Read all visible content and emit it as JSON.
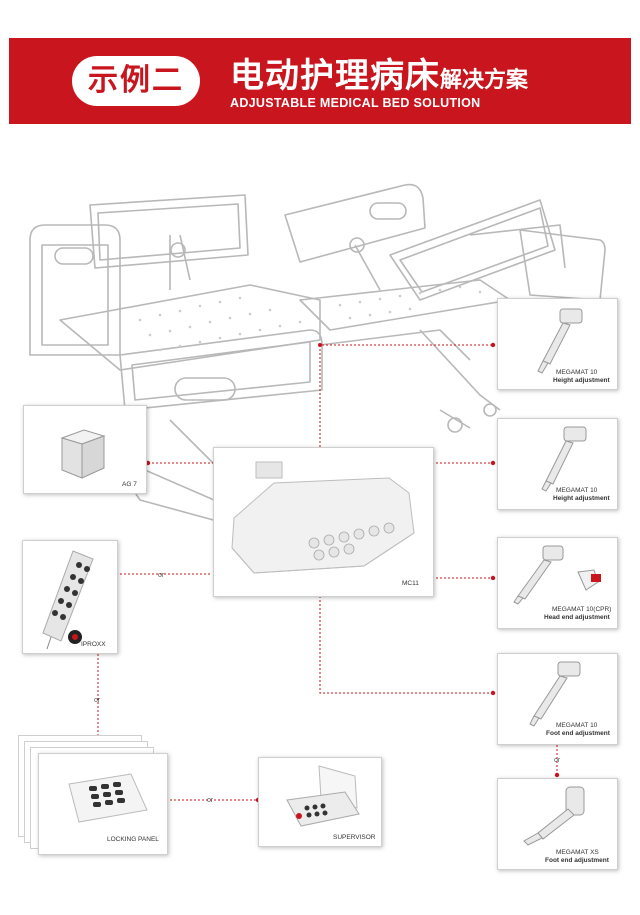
{
  "header": {
    "badge": "示例二",
    "title_cn_main": "电动护理病床",
    "title_cn_sub": "解决方案",
    "title_en": "ADJUSTABLE MEDICAL BED SOLUTION",
    "accent_color": "#c8151e"
  },
  "components": {
    "megamat_height_1": {
      "model": "MEGAMAT 10",
      "desc": "Height adjustment"
    },
    "megamat_height_2": {
      "model": "MEGAMAT 10",
      "desc": "Height adjustment"
    },
    "megamat_cpr": {
      "model": "MEGAMAT 10(CPR)",
      "desc": "Head end adjustment"
    },
    "megamat_foot": {
      "model": "MEGAMAT 10",
      "desc": "Foot end adjustment"
    },
    "megamat_xs": {
      "model": "MEGAMAT XS",
      "desc": "Foot end adjustment"
    },
    "ag7": {
      "label": "AG 7"
    },
    "mc11": {
      "label": "MC11"
    },
    "iproxx": {
      "label": "IPROXX"
    },
    "locking_panel": {
      "label": "LOCKING   PANEL"
    },
    "supervisor": {
      "label": "SUPERVISOR"
    }
  },
  "connectors": {
    "or": "or"
  }
}
